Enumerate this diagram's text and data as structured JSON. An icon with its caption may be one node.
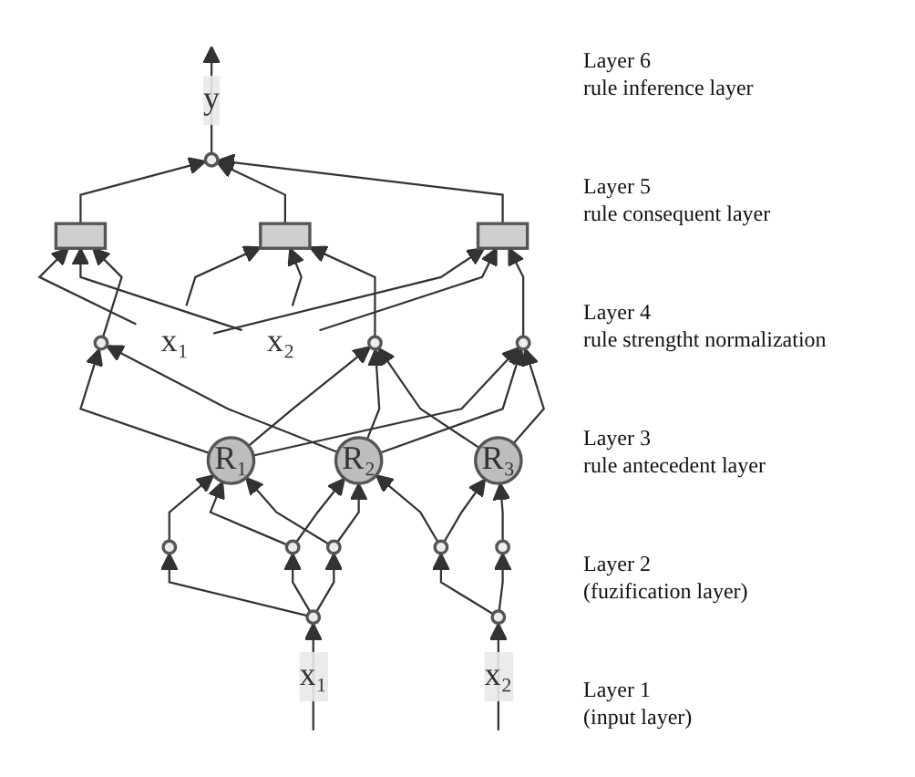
{
  "diagram": {
    "nodes": [
      {
        "text": [],
        "shape": "circle"
      },
      {
        "text": [],
        "shape": "box"
      },
      {
        "text": [],
        "shape": "box"
      },
      {
        "text": [],
        "shape": "box"
      },
      {
        "text": [],
        "shape": "circle"
      },
      {
        "text": [],
        "shape": "circle"
      },
      {
        "text": [],
        "shape": "circle"
      },
      {
        "text": [
          "R₁"
        ]
      },
      {
        "text": [
          "R₂"
        ]
      },
      {
        "text": [
          "R₃"
        ]
      },
      {
        "text": [],
        "shape": "circle"
      },
      {
        "text": [],
        "shape": "circle"
      },
      {
        "text": [],
        "shape": "circle"
      },
      {
        "text": [],
        "shape": "circle"
      },
      {
        "text": [],
        "shape": "circle"
      },
      {
        "text": [],
        "shape": "circle"
      },
      {
        "text": [],
        "shape": "circle"
      },
      {
        "text": [
          "x₁"
        ]
      },
      {
        "text": [
          "x₂"
        ]
      }
    ],
    "edges": [
      {
        "from": 0,
        "to": null,
        "arrow": "to",
        "label": "y"
      },
      {
        "from": 1,
        "to": 0,
        "arrow": "to"
      },
      {
        "from": 2,
        "to": 0,
        "arrow": "to"
      },
      {
        "from": 3,
        "to": 0,
        "arrow": "to"
      },
      {
        "from": 17,
        "to": 1,
        "arrow": "to"
      },
      {
        "from": 17,
        "to": 2,
        "arrow": "to"
      },
      {
        "from": 17,
        "to": 3,
        "arrow": "to"
      },
      {
        "from": 18,
        "to": 1,
        "arrow": "to"
      },
      {
        "from": 18,
        "to": 2,
        "arrow": "to"
      },
      {
        "from": 18,
        "to": 3,
        "arrow": "to"
      },
      {
        "from": 4,
        "to": 1,
        "arrow": "to"
      },
      {
        "from": 5,
        "to": 2,
        "arrow": "to"
      },
      {
        "from": 6,
        "to": 3,
        "arrow": "to"
      },
      {
        "from": 7,
        "to": 4,
        "arrow": "to"
      },
      {
        "from": 7,
        "to": 5,
        "arrow": "to"
      },
      {
        "from": 7,
        "to": 6,
        "arrow": "to"
      },
      {
        "from": 8,
        "to": 4,
        "arrow": "to"
      },
      {
        "from": 8,
        "to": 5,
        "arrow": "to"
      },
      {
        "from": 8,
        "to": 6,
        "arrow": "to"
      },
      {
        "from": 9,
        "to": 5,
        "arrow": "to"
      },
      {
        "from": 9,
        "to": 6,
        "arrow": "to"
      },
      {
        "from": 10,
        "to": 7,
        "arrow": "to"
      },
      {
        "from": 11,
        "to": 7,
        "arrow": "to"
      },
      {
        "from": 12,
        "to": 7,
        "arrow": "to"
      },
      {
        "from": 11,
        "to": 8,
        "arrow": "to"
      },
      {
        "from": 12,
        "to": 8,
        "arrow": "to"
      },
      {
        "from": 13,
        "to": 8,
        "arrow": "to"
      },
      {
        "from": 13,
        "to": 9,
        "arrow": "to"
      },
      {
        "from": 14,
        "to": 9,
        "arrow": "to"
      },
      {
        "from": 15,
        "to": 10,
        "arrow": "to"
      },
      {
        "from": 15,
        "to": 11,
        "arrow": "to"
      },
      {
        "from": 15,
        "to": 12,
        "arrow": "to"
      },
      {
        "from": 16,
        "to": 13,
        "arrow": "to"
      },
      {
        "from": 16,
        "to": 14,
        "arrow": "to"
      },
      {
        "from": null,
        "to": 15,
        "arrow": "to",
        "label": "x₁"
      },
      {
        "from": null,
        "to": 16,
        "arrow": "to",
        "label": "x₂"
      }
    ],
    "labels": [
      "Layer 6",
      "rule inference layer",
      "Layer 5",
      "rule consequent layer",
      "Layer 4",
      "rule strengtht normalization",
      "Layer 3",
      "rule antecedent layer",
      "Layer 2",
      "(fuzification layer)",
      "Layer 1",
      "(input layer)"
    ]
  }
}
